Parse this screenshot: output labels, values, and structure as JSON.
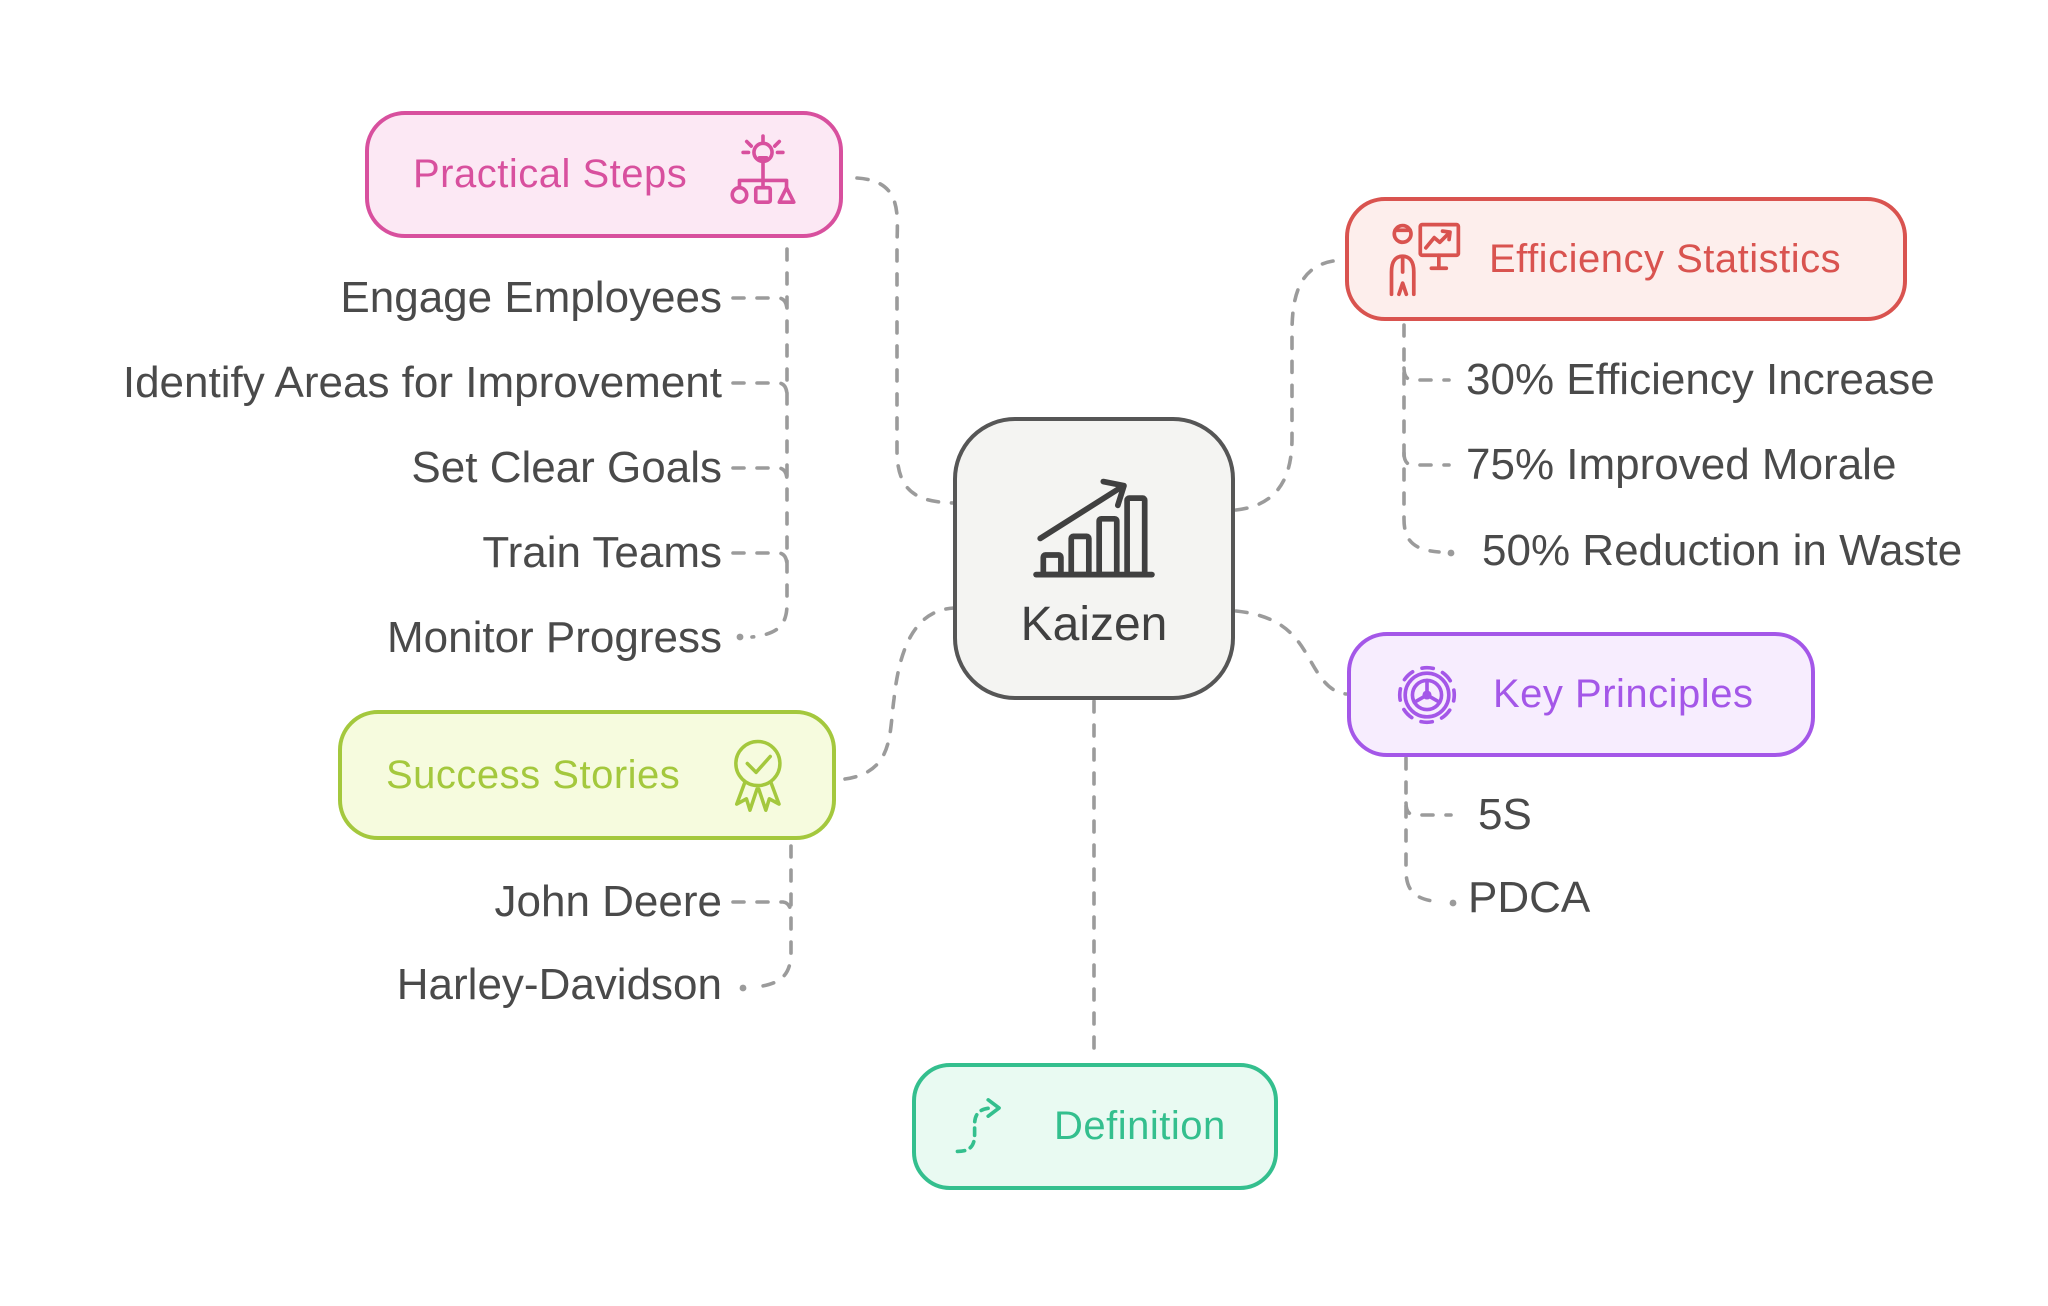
{
  "root": {
    "label": "Kaizen",
    "color": "#404040",
    "border": "#565656",
    "bg": "#f4f4f2"
  },
  "connector_color": "#9b9b9b",
  "item_text_color": "#4a4a4a",
  "branches": [
    {
      "label": "Practical Steps",
      "icon": "idea-flowchart-icon",
      "color": "#d8509e",
      "bg": "#fce8f4",
      "items": [
        "Engage Employees",
        "Identify Areas for Improvement",
        "Set Clear Goals",
        "Train Teams",
        "Monitor Progress"
      ]
    },
    {
      "label": "Success Stories",
      "icon": "award-ribbon-icon",
      "color": "#a4c83d",
      "bg": "#f6fbde",
      "items": [
        "John Deere",
        "Harley-Davidson"
      ]
    },
    {
      "label": "Efficiency Statistics",
      "icon": "presenter-board-icon",
      "color": "#d9534f",
      "bg": "#fdeeec",
      "items": [
        "30% Efficiency Increase",
        "75% Improved Morale",
        "50% Reduction in Waste"
      ]
    },
    {
      "label": "Key Principles",
      "icon": "gear-wheel-icon",
      "color": "#a457e8",
      "bg": "#f7edfe",
      "items": [
        "5S",
        "PDCA"
      ]
    },
    {
      "label": "Definition",
      "icon": "dashed-curve-arrow-icon",
      "color": "#34bf8e",
      "bg": "#e9faf2",
      "items": []
    }
  ]
}
